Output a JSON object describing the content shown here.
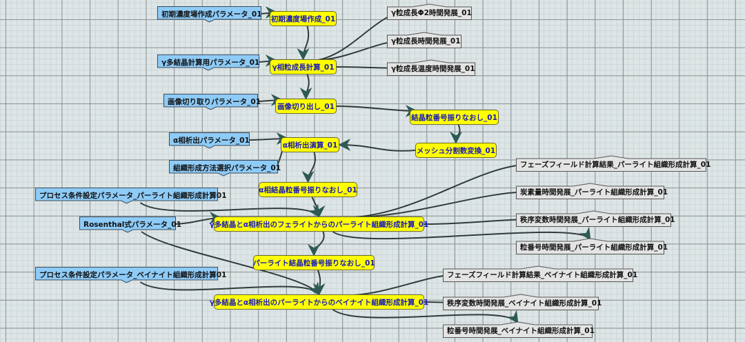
{
  "colors": {
    "process_fill": "#ffff00",
    "process_text": "#1a1ab8",
    "input_fill": "#8ecbf7",
    "output_fill": "#e4e4e4",
    "edge": "#2f3a3a",
    "arrow": "#2e5955"
  },
  "process_nodes": [
    {
      "id": "p1",
      "label": "初期濃度場作成_01"
    },
    {
      "id": "p2",
      "label": "γ相粒成長計算_01"
    },
    {
      "id": "p3",
      "label": "画像切り出し_01"
    },
    {
      "id": "p4",
      "label": "結晶粒番号振りなおし_01"
    },
    {
      "id": "p5",
      "label": "メッシュ分割数変換_01"
    },
    {
      "id": "p6",
      "label": "α相析出演算_01"
    },
    {
      "id": "p7",
      "label": "α相結晶粒番号振りなおし_01"
    },
    {
      "id": "p8",
      "label": "γ多結晶とα相析出のフェライトからのパーライト組織形成計算_01"
    },
    {
      "id": "p9",
      "label": "パーライト結晶粒番号振りなおし_01"
    },
    {
      "id": "p10",
      "label": "γ多結晶とα相析出のパーライトからのベイナイト組織形成計算_01"
    }
  ],
  "input_nodes": [
    {
      "id": "i1",
      "label": "初期濃度場作成パラメータ_01"
    },
    {
      "id": "i2",
      "label": "γ多結晶計算用パラメータ_01"
    },
    {
      "id": "i3",
      "label": "画像切り取りパラメータ_01"
    },
    {
      "id": "i4",
      "label": "α相析出パラメータ_01"
    },
    {
      "id": "i5",
      "label": "組織形成方法選択パラメータ_01"
    },
    {
      "id": "i6",
      "label": "プロセス条件設定パラメータ_パーライト組織形成計算01"
    },
    {
      "id": "i7",
      "label": "Rosenthal式パラメータ_01"
    },
    {
      "id": "i8",
      "label": "プロセス条件設定パラメータ_ベイナイト組織形成計算01"
    }
  ],
  "output_nodes": [
    {
      "id": "o1",
      "label": "γ粒成長Φ2時間発展_01"
    },
    {
      "id": "o2",
      "label": "γ粒成長時間発展_01"
    },
    {
      "id": "o3",
      "label": "γ粒成長温度時間発展_01"
    },
    {
      "id": "o4",
      "label": "フェーズフィールド計算結果_パーライト組織形成計算_01"
    },
    {
      "id": "o5",
      "label": "炭素量時間発展_パーライト組織形成計算_01"
    },
    {
      "id": "o6",
      "label": "秩序変数時間発展_パーライト組織形成計算_01"
    },
    {
      "id": "o7",
      "label": "粒番号時間発展_パーライト組織形成計算_01"
    },
    {
      "id": "o8",
      "label": "フェーズフィールド計算結果_ベイナイト組織形成計算_01"
    },
    {
      "id": "o9",
      "label": "秩序変数時間発展_ベイナイト組織形成計算_01"
    },
    {
      "id": "o10",
      "label": "粒番号時間発展_ベイナイト組織形成計算_01"
    }
  ],
  "edges": [
    [
      "i1",
      "p1"
    ],
    [
      "p1",
      "p2"
    ],
    [
      "i2",
      "p2"
    ],
    [
      "p2",
      "o1"
    ],
    [
      "p2",
      "o2"
    ],
    [
      "p2",
      "o3"
    ],
    [
      "p2",
      "p3"
    ],
    [
      "i3",
      "p3"
    ],
    [
      "p3",
      "p4"
    ],
    [
      "p4",
      "p5"
    ],
    [
      "p5",
      "p6"
    ],
    [
      "i4",
      "p6"
    ],
    [
      "i5",
      "p6"
    ],
    [
      "p6",
      "p7"
    ],
    [
      "p7",
      "p8"
    ],
    [
      "i6",
      "p8"
    ],
    [
      "i7",
      "p8"
    ],
    [
      "p8",
      "o4"
    ],
    [
      "p8",
      "o5"
    ],
    [
      "p8",
      "o6"
    ],
    [
      "p8",
      "o7"
    ],
    [
      "p8",
      "p9"
    ],
    [
      "p9",
      "p10"
    ],
    [
      "i8",
      "p10"
    ],
    [
      "i7",
      "p10"
    ],
    [
      "p10",
      "o8"
    ],
    [
      "p10",
      "o9"
    ],
    [
      "p10",
      "o10"
    ]
  ]
}
